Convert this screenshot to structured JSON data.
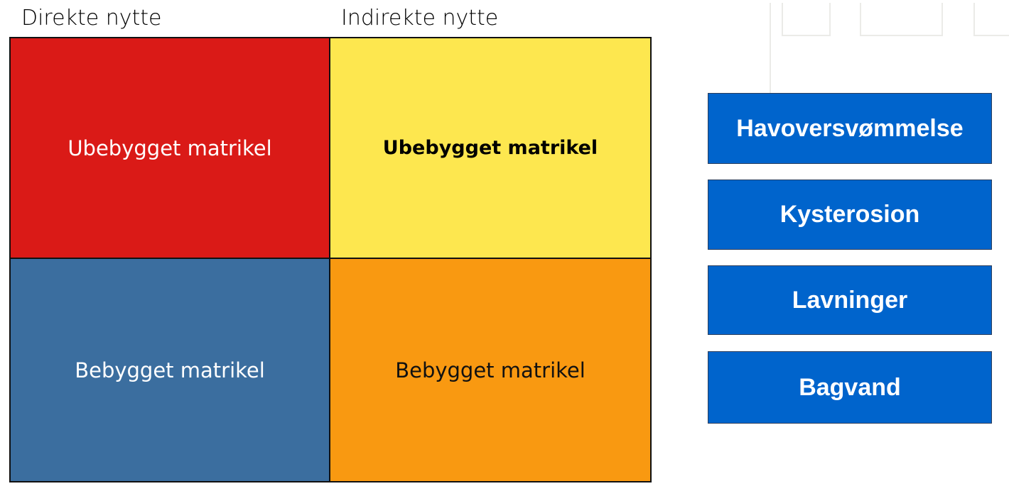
{
  "headers": {
    "direct": "Direkte nytte",
    "indirect": "Indirekte nytte"
  },
  "matrix": {
    "direct_unbuilt": "Ubebygget matrikel",
    "indirect_unbuilt": "Ubebygget matrikel",
    "direct_built": "Bebygget matrikel",
    "indirect_built": "Bebygget matrikel"
  },
  "colors": {
    "red": "#da1a17",
    "yellow": "#fde74f",
    "blue": "#3b6e9f",
    "orange": "#f99911",
    "hazard_box": "#0064cc"
  },
  "hazards": [
    "Havoversvømmelse",
    "Kysterosion",
    "Lavninger",
    "Bagvand"
  ]
}
